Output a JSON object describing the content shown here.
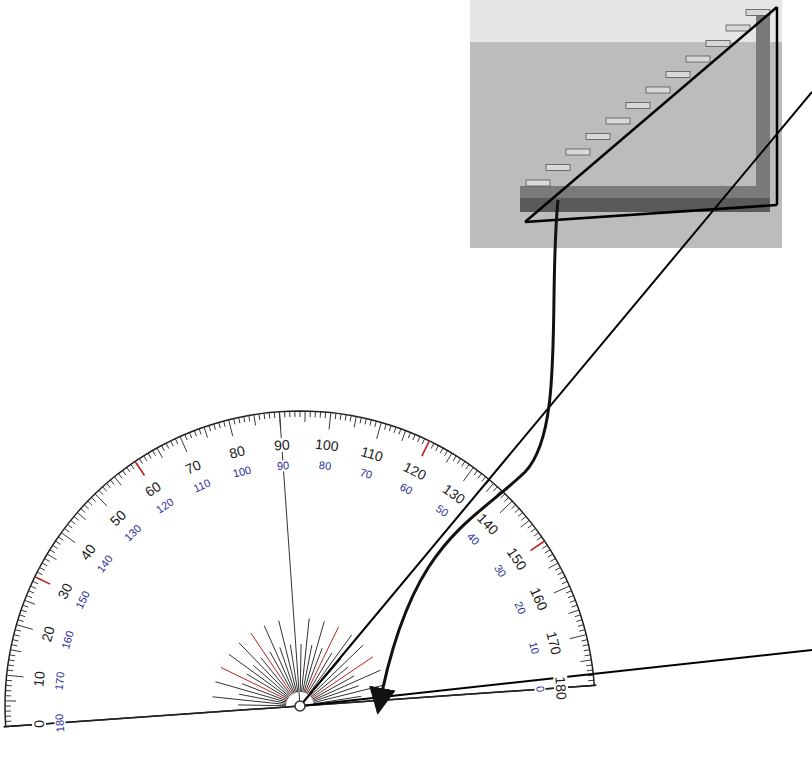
{
  "diagram": {
    "labels": [
      "0",
      "10",
      "20",
      "30",
      "40",
      "50",
      "60",
      "70",
      "80",
      "90",
      "100",
      "110",
      "120",
      "130",
      "140",
      "150",
      "160",
      "170",
      "180",
      "180",
      "170",
      "160",
      "150",
      "140",
      "130",
      "120",
      "110",
      "100",
      "90",
      "80",
      "70",
      "60",
      "50",
      "40",
      "30",
      "20",
      "10",
      "0"
    ]
  }
}
